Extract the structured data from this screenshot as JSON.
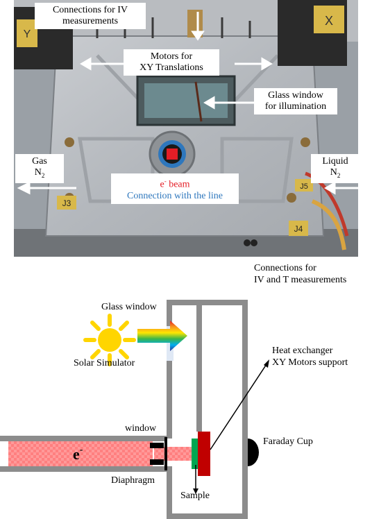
{
  "photo": {
    "connections_iv": [
      "Connections for IV",
      "measurements"
    ],
    "motors": [
      "Motors for",
      "XY Translations"
    ],
    "glass_window": [
      "Glass window",
      "for illumination"
    ],
    "gas": "Gas",
    "liquid": "Liquid",
    "n2_base": "N",
    "n2_sub": "2",
    "ebeam_base": "e",
    "ebeam_sup": "-",
    "ebeam_word": " beam",
    "connection_line": "Connection with the line",
    "motor_x": "X",
    "motor_y": "Y",
    "connector_j3": "J3",
    "connector_j4": "J4",
    "connector_j5": "J5"
  },
  "caption": [
    "Connections for",
    "IV and T measurements"
  ],
  "diagram": {
    "glass_window": "Glass window",
    "solar_simulator": "Solar Simulator",
    "heat_exchanger": [
      "Heat exchanger",
      "XY Motors support"
    ],
    "window": "window",
    "faraday_cup": "Faraday Cup",
    "electron": "e",
    "electron_sup": "-",
    "diaphragm": "Diaphragm",
    "sample": "Sample"
  },
  "colors": {
    "ebeam_red": "#e41e26",
    "connection_blue": "#2e77bd",
    "chamber_gray": "#8c8c8c",
    "heat_exchanger_red": "#c00000",
    "sample_green": "#00a651",
    "sun_yellow": "#ffd500"
  }
}
